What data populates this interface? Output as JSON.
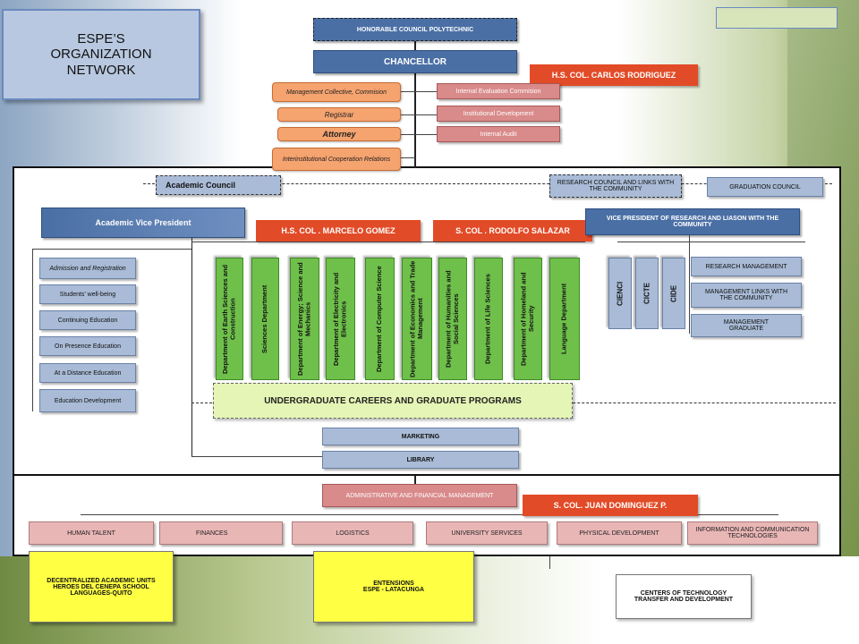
{
  "title": "ESPE’S\nORGANIZATION\nNETWORK",
  "top": {
    "council": "HONORABLE COUNCIL POLYTECHNIC",
    "chancellor": "CHANCELLOR",
    "chancellor_person": "H.S. COL. CARLOS RODRIGUEZ",
    "left_units": [
      "Management Collective, Commision",
      "Registrar",
      "Attorney",
      "Interinstitutional Cooperation Relations"
    ],
    "right_units": [
      "Internal Evaluation Commision",
      "Institutional Development",
      "Internal Audit"
    ]
  },
  "academic": {
    "council": "Academic Council",
    "research_council": "RESEARCH COUNCIL AND LINKS WITH THE COMMUNITY",
    "graduation_council": "GRADUATION COUNCIL",
    "vice_president": "Academic Vice President",
    "person1": "H.S. COL . MARCELO GOMEZ",
    "person2": "S. COL . RODOLFO SALAZAR",
    "vp_research": "VICE PRESIDENT OF RESEARCH AND LIASON WITH THE COMMUNITY",
    "left_items": [
      "Admission and Registration",
      "Students’ well-being",
      "Continuing Education",
      "On Presence Education",
      "At a Distance Education",
      "Education Development"
    ],
    "departments": [
      "Department of Earth Sciences and Construction",
      "Sciences Department",
      "Department of Energy; Science and Mechanics",
      "Department of Electricity and Electronics",
      "Department of Computer Science",
      "Department of Economics and Trade Management",
      "Department of Humanities and Social Sciences",
      "Department of Life Sciences",
      "Department of Homeland and Security",
      "Language Department"
    ],
    "programs": "UNDERGRADUATE CAREERS AND GRADUATE PROGRAMS",
    "marketing": "MARKETING",
    "library": "LIBRARY",
    "research_units": [
      "CIENCI",
      "CICTE",
      "CIDE"
    ],
    "research_items": [
      "RESEARCH MANAGEMENT",
      "MANAGEMENT LINKS WITH THE COMMUNITY",
      "MANAGEMENT GRADUATE"
    ]
  },
  "admin": {
    "head": "ADMINISTRATIVE AND FINANCIAL MANAGEMENT",
    "person": "S. COL. JUAN DOMINGUEZ P.",
    "units": [
      "HUMAN TALENT",
      "FINANCES",
      "LOGISTICS",
      "UNIVERSITY SERVICES",
      "PHYSICAL DEVELOPMENT",
      "INFORMATION AND COMMUNICATION TECHNOLOGIES"
    ]
  },
  "bottom": {
    "decentralized": "DECENTRALIZED ACADEMIC UNITS\nHEROES DEL CENEPA SCHOOL\nLANGUAGES-QUITO",
    "extensions": "ENTENSIONS\nESPE - LATACUNGA",
    "centers": "CENTERS OF TECHNOLOGY TRANSFER AND DEVELOPMENT"
  }
}
